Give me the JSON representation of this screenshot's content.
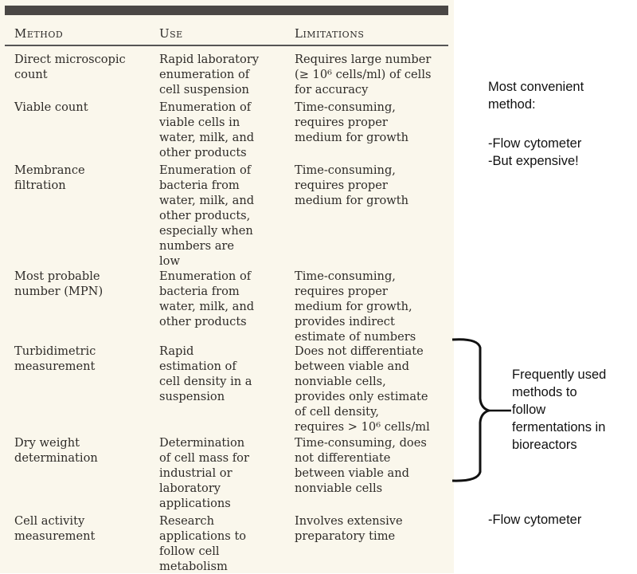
{
  "table": {
    "headers": [
      "Method",
      "Use",
      "Limitations"
    ],
    "rows": [
      {
        "method": "Direct microscopic\ncount",
        "use": "Rapid laboratory\nenumeration of\ncell suspension",
        "limitations": "Requires large number\n(≥ 10⁶ cells/ml) of cells\nfor accuracy"
      },
      {
        "method": "Viable count",
        "use": "Enumeration of\nviable cells in\nwater, milk, and\nother products",
        "limitations": "Time-consuming,\nrequires proper\nmedium for growth"
      },
      {
        "method": "Membrance\nfiltration",
        "use": "Enumeration of\nbacteria from\nwater, milk, and\nother products,\nespecially when\nnumbers are\nlow",
        "limitations": "Time-consuming,\nrequires proper\nmedium for growth"
      },
      {
        "method": "Most probable\nnumber (MPN)",
        "use": "Enumeration of\nbacteria from\nwater, milk, and\nother products",
        "limitations": "Time-consuming,\nrequires proper\nmedium for growth,\nprovides indirect\nestimate of numbers"
      },
      {
        "method": "Turbidimetric\nmeasurement",
        "use": "Rapid\nestimation of\ncell density in a\nsuspension",
        "limitations": "Does not differentiate\nbetween viable and\nnonviable cells,\nprovides only estimate\nof cell density,\nrequires > 10⁶ cells/ml"
      },
      {
        "method": "Dry weight\ndetermination",
        "use": "Determination\nof cell mass for\nindustrial or\nlaboratory\napplications",
        "limitations": "Time-consuming, does\nnot differentiate\nbetween viable and\nnonviable cells"
      },
      {
        "method": "Cell activity\nmeasurement",
        "use": "Research\napplications to\nfollow cell\nmetabolism",
        "limitations": "Involves extensive\npreparatory time"
      }
    ]
  },
  "annotations": {
    "convenient": "Most convenient\nmethod:",
    "convenient_items": "-Flow cytometer\n-But expensive!",
    "frequent": "Frequently used\nmethods to\nfollow\nfermentations in\nbioreactors",
    "activity": "-Flow cytometer"
  }
}
